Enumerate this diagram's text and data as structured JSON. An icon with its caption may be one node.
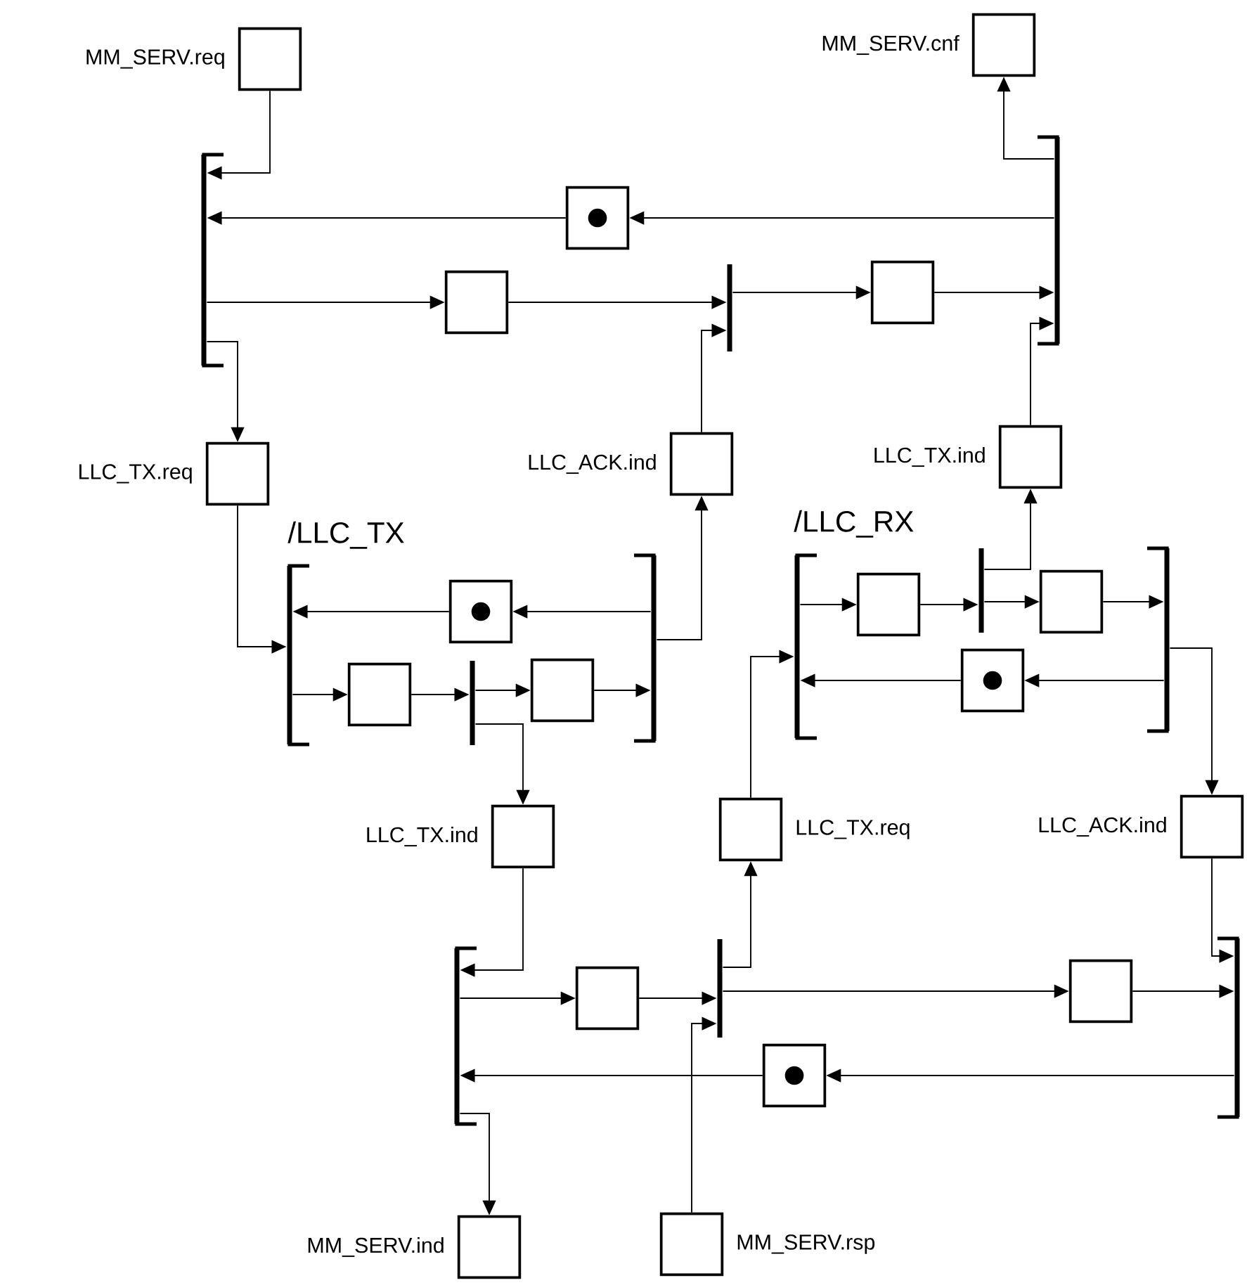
{
  "diagram": {
    "nodes": [
      {
        "text": [],
        "shape": "box",
        "beside": [
          "MM_SERV.req"
        ]
      },
      {
        "text": [],
        "shape": "box",
        "beside": [
          "MM_SERV.cnf"
        ]
      },
      {
        "text": [],
        "shape": "box"
      },
      {
        "text": [],
        "shape": "box"
      },
      {
        "text": [],
        "shape": "box"
      },
      {
        "text": [],
        "shape": "box",
        "beside": [
          "LLC_TX.req"
        ]
      },
      {
        "text": [],
        "shape": "box",
        "beside": [
          "LLC_ACK.ind"
        ]
      },
      {
        "text": [],
        "shape": "box",
        "beside": [
          "LLC_TX.ind"
        ]
      },
      {
        "text": [],
        "shape": "box"
      },
      {
        "text": [],
        "shape": "box"
      },
      {
        "text": [],
        "shape": "box"
      },
      {
        "text": [],
        "shape": "box"
      },
      {
        "text": [],
        "shape": "box"
      },
      {
        "text": [],
        "shape": "box"
      },
      {
        "text": [],
        "shape": "box",
        "beside": [
          "LLC_TX.ind"
        ]
      },
      {
        "text": [],
        "shape": "box",
        "beside": [
          "LLC_TX.req"
        ]
      },
      {
        "text": [],
        "shape": "box",
        "beside": [
          "LLC_ACK.ind"
        ]
      },
      {
        "text": [],
        "shape": "box"
      },
      {
        "text": [],
        "shape": "box"
      },
      {
        "text": [],
        "shape": "box"
      },
      {
        "text": [],
        "shape": "box",
        "beside": [
          "MM_SERV.ind"
        ]
      },
      {
        "text": [],
        "shape": "box",
        "beside": [
          "MM_SERV.rsp"
        ]
      },
      {
        "text": [],
        "shape": "bar"
      },
      {
        "text": [],
        "shape": "bar"
      },
      {
        "text": [],
        "shape": "bar"
      },
      {
        "text": [],
        "shape": "bar"
      },
      {
        "text": [],
        "shape": "bar"
      },
      {
        "text": [],
        "shape": "bar"
      },
      {
        "text": [],
        "shape": "bar"
      },
      {
        "text": [],
        "shape": "bar"
      },
      {
        "text": [],
        "shape": "bar"
      },
      {
        "text": [],
        "shape": "bar"
      },
      {
        "text": [],
        "shape": "bar"
      },
      {
        "text": [],
        "shape": "bar"
      }
    ],
    "edges": [
      {
        "from": 0,
        "to": 22,
        "arrow": "to"
      },
      {
        "from": 2,
        "to": 22,
        "arrow": "to"
      },
      {
        "from": 22,
        "to": 3,
        "arrow": "to"
      },
      {
        "from": 22,
        "to": 5,
        "arrow": "to"
      },
      {
        "from": 3,
        "to": 23,
        "arrow": "to"
      },
      {
        "from": 6,
        "to": 23,
        "arrow": "to"
      },
      {
        "from": 23,
        "to": 4,
        "arrow": "to"
      },
      {
        "from": 4,
        "to": 24,
        "arrow": "to"
      },
      {
        "from": 7,
        "to": 24,
        "arrow": "to"
      },
      {
        "from": 24,
        "to": 2,
        "arrow": "to"
      },
      {
        "from": 24,
        "to": 1,
        "arrow": "to"
      },
      {
        "from": 5,
        "to": 25,
        "arrow": "to"
      },
      {
        "from": 8,
        "to": 25,
        "arrow": "to"
      },
      {
        "from": 25,
        "to": 9,
        "arrow": "to"
      },
      {
        "from": 9,
        "to": 26,
        "arrow": "to"
      },
      {
        "from": 26,
        "to": 10,
        "arrow": "to"
      },
      {
        "from": 26,
        "to": 14,
        "arrow": "to"
      },
      {
        "from": 10,
        "to": 27,
        "arrow": "to"
      },
      {
        "from": 27,
        "to": 8,
        "arrow": "to"
      },
      {
        "from": 27,
        "to": 6,
        "arrow": "to"
      },
      {
        "from": 15,
        "to": 28,
        "arrow": "to"
      },
      {
        "from": 13,
        "to": 28,
        "arrow": "to"
      },
      {
        "from": 28,
        "to": 11,
        "arrow": "to"
      },
      {
        "from": 11,
        "to": 29,
        "arrow": "to"
      },
      {
        "from": 29,
        "to": 12,
        "arrow": "to"
      },
      {
        "from": 29,
        "to": 7,
        "arrow": "to"
      },
      {
        "from": 12,
        "to": 30,
        "arrow": "to"
      },
      {
        "from": 30,
        "to": 13,
        "arrow": "to"
      },
      {
        "from": 30,
        "to": 16,
        "arrow": "to"
      },
      {
        "from": 14,
        "to": 31,
        "arrow": "to"
      },
      {
        "from": 19,
        "to": 31,
        "arrow": "to"
      },
      {
        "from": 31,
        "to": 17,
        "arrow": "to"
      },
      {
        "from": 31,
        "to": 20,
        "arrow": "to"
      },
      {
        "from": 17,
        "to": 32,
        "arrow": "to"
      },
      {
        "from": 21,
        "to": 32,
        "arrow": "to"
      },
      {
        "from": 32,
        "to": 15,
        "arrow": "to"
      },
      {
        "from": 32,
        "to": 18,
        "arrow": "to"
      },
      {
        "from": 16,
        "to": 33,
        "arrow": "to"
      },
      {
        "from": 18,
        "to": 33,
        "arrow": "to"
      },
      {
        "from": 33,
        "to": 19,
        "arrow": "to"
      }
    ],
    "labels": [
      "/LLC_TX",
      "/LLC_RX"
    ]
  }
}
